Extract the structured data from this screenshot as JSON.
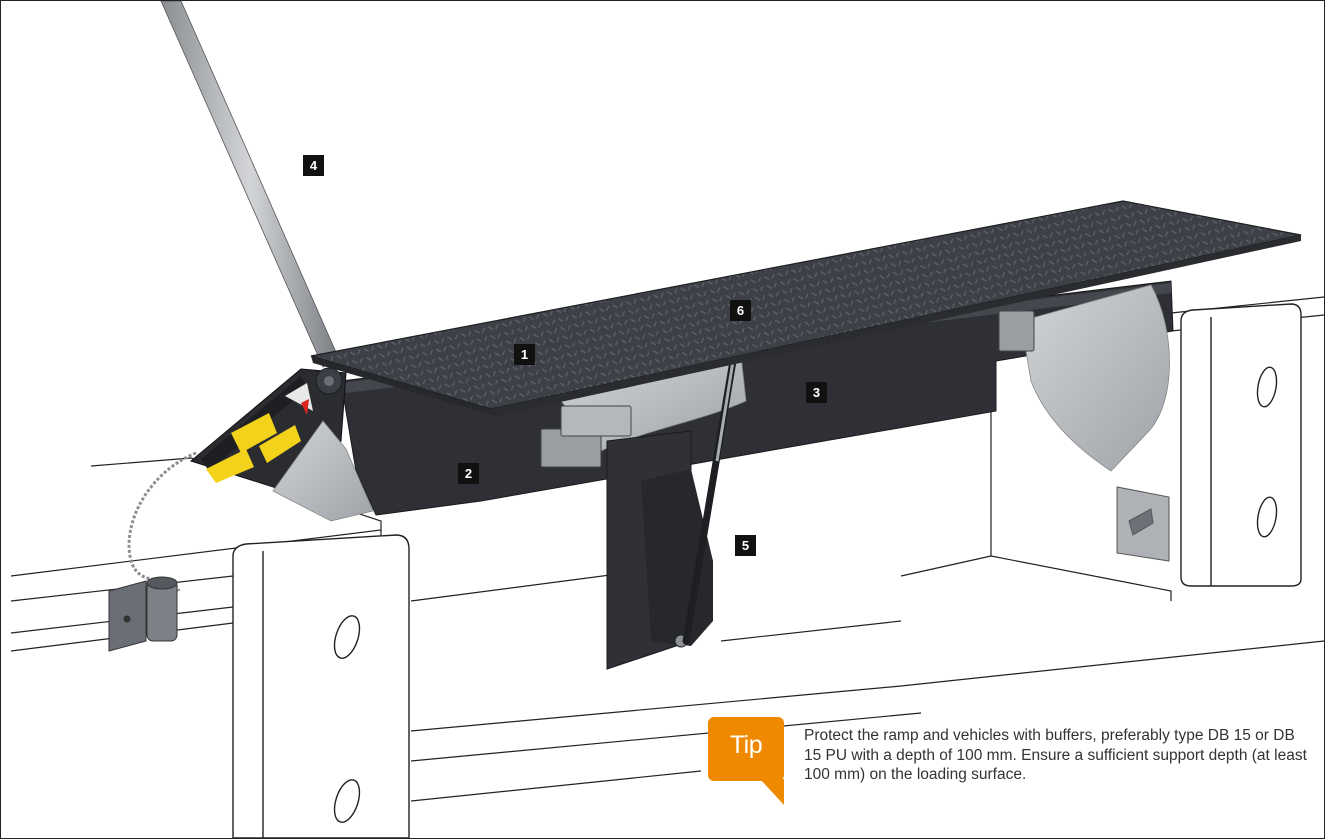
{
  "labels": {
    "one": "1",
    "two": "2",
    "three": "3",
    "four": "4",
    "five": "5",
    "six": "6"
  },
  "tip": {
    "badge": "Tip",
    "text": "Protect the ramp and vehicles with buffers, preferably type DB 15 or DB 15 PU with a depth of 100 mm. Ensure a sufficient support depth (at least 100 mm) on the loading surface.",
    "accent_color": "#ef8a00"
  },
  "colors": {
    "ramp_plate": "#3b3e44",
    "galvanized": "#b9bcc0",
    "hazard_yellow": "#f2d21b",
    "outline": "#222222"
  }
}
